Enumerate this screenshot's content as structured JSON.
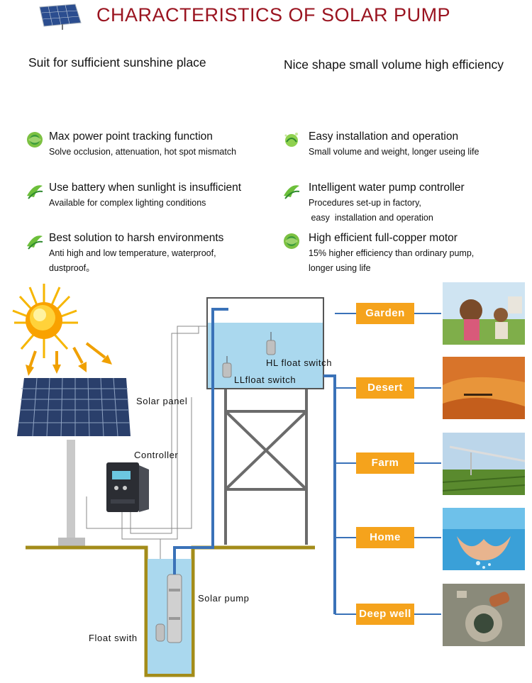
{
  "title": "CHARACTERISTICS OF SOLAR PUMP",
  "subtitles": {
    "left": "Suit for  sufficient sunshine place",
    "right": "Nice shape small volume high efficiency"
  },
  "features": [
    {
      "icon": "leaf-globe-icon",
      "title": "Max power point tracking function",
      "desc": [
        "Solve occlusion, attenuation, hot spot mismatch"
      ]
    },
    {
      "icon": "leaf-swirl-icon",
      "title": "Use battery when sunlight is insufficient",
      "desc": [
        "Available for complex lighting conditions"
      ]
    },
    {
      "icon": "leaf-swirl-icon",
      "title": "Best solution to harsh environments",
      "desc": [
        "Anti high and low temperature, waterproof,",
        "dustproof。"
      ]
    },
    {
      "icon": "leaf-sparkle-icon",
      "title": "Easy installation and operation",
      "desc": [
        "Small volume and weight, longer useing life"
      ]
    },
    {
      "icon": "leaf-swirl-icon",
      "title": "Intelligent water pump controller",
      "desc": [
        "Procedures set-up in factory,",
        " easy  installation and operation"
      ]
    },
    {
      "icon": "leaf-globe-icon",
      "title": "High efficient full-copper motor",
      "desc": [
        "15% higher efficiency than ordinary pump,",
        "longer using life"
      ]
    }
  ],
  "diagram": {
    "solar_panel": "Solar panel",
    "controller": "Controller",
    "hl_float": "HL float switch",
    "ll_float": "LLfloat switch",
    "solar_pump": "Solar pump",
    "float_switch": "Float swith"
  },
  "destinations": [
    "Garden",
    "Desert",
    "Farm",
    "Home",
    "Deep well"
  ],
  "colors": {
    "title": "#9a1420",
    "pipe": "#3a72b8",
    "water": "#aad8ee",
    "ground": "#a38c1a",
    "label_bg": "#f5a31c",
    "sun": "#f7b500"
  }
}
